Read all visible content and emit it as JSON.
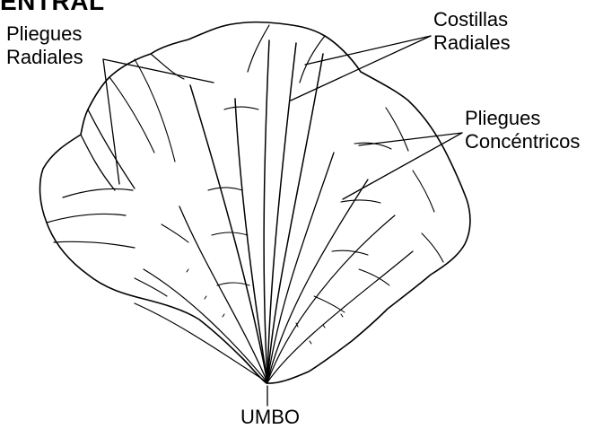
{
  "title": "ENTRAL",
  "labels": {
    "pliegues_radiales": [
      "Pliegues",
      "Radiales"
    ],
    "costillas_radiales": [
      "Costillas",
      "Radiales"
    ],
    "pliegues_concentricos": [
      "Pliegues",
      "Concéntricos"
    ],
    "umbo": "UMBO"
  },
  "colors": {
    "ink": "#000000",
    "background": "#ffffff"
  }
}
